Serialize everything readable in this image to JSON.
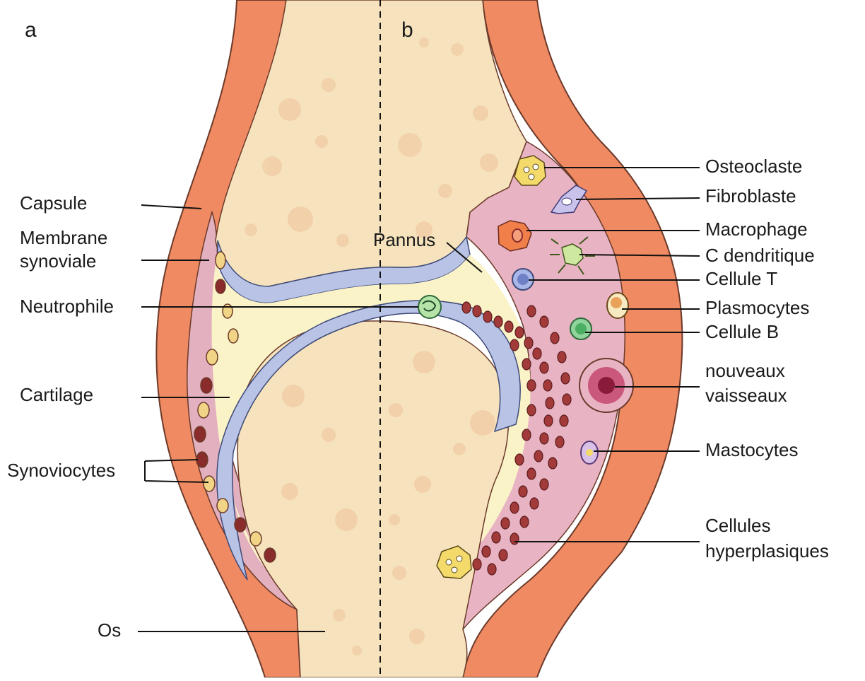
{
  "panels": {
    "a": "a",
    "b": "b"
  },
  "labels": {
    "capsule": "Capsule",
    "membrane_1": "Membrane",
    "membrane_2": "synoviale",
    "neutrophile": "Neutrophile",
    "cartilage": "Cartilage",
    "synoviocytes": "Synoviocytes",
    "os": "Os",
    "pannus": "Pannus",
    "osteoclaste": "Osteoclaste",
    "fibroblaste": "Fibroblaste",
    "macrophage": "Macrophage",
    "c_dendritique": "C dendritique",
    "cellule_t": "Cellule T",
    "plasmocytes": "Plasmocytes",
    "cellule_b": "Cellule B",
    "vaisseaux_1": "nouveaux",
    "vaisseaux_2": "vaisseaux",
    "mastocytes": "Mastocytes",
    "hyper_1": "Cellules",
    "hyper_2": "hyperplasiques"
  },
  "colors": {
    "capsule": "#f08a62",
    "capsule_outline": "#6b3a2a",
    "synovial_membrane": "#e3b0bf",
    "pannus": "#e8b3c3",
    "bone": "#f6e3bd",
    "cartilage": "#b9c3e6",
    "synovial_fluid": "#fbf3c8",
    "dark_cell": "#8a2c2c"
  }
}
